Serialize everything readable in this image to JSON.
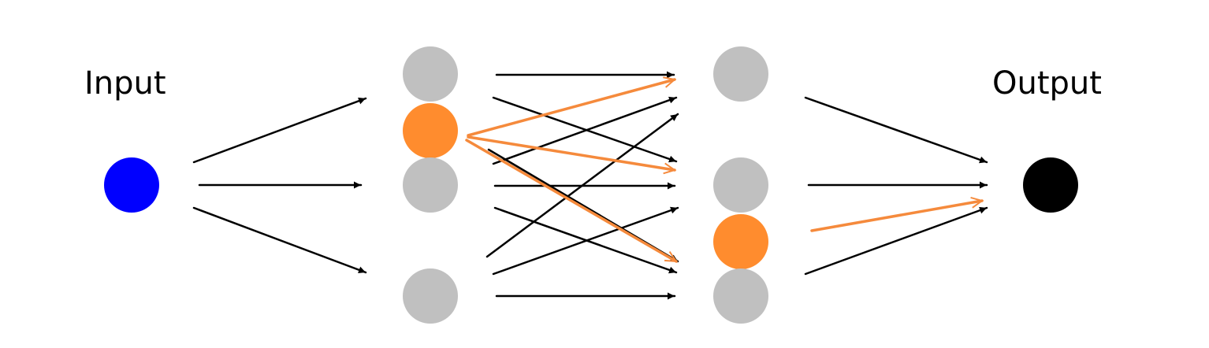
{
  "labels": {
    "input": "Input",
    "output": "Output"
  },
  "colors": {
    "input_node": "#0000ff",
    "hidden_node": "#c0c0c0",
    "highlight": "#ff8c2e",
    "output_node": "#000000",
    "arrow": "#000000",
    "highlight_arrow": "#f58a3c"
  },
  "network": {
    "layers": [
      {
        "id": "input",
        "nodes": [
          "i1"
        ]
      },
      {
        "id": "hidden1",
        "nodes": [
          "h1a",
          "h1b",
          "h1c",
          "h1d"
        ],
        "highlighted": [
          "h1b"
        ]
      },
      {
        "id": "hidden2",
        "nodes": [
          "h2a",
          "h2b",
          "h2c",
          "h2d"
        ],
        "highlighted": [
          "h2c"
        ]
      },
      {
        "id": "output",
        "nodes": [
          "o1"
        ]
      }
    ],
    "highlighted_edges": [
      [
        "h1b",
        "h2a"
      ],
      [
        "h1b",
        "h2b"
      ],
      [
        "h1b",
        "h2c"
      ],
      [
        "h2c",
        "o1"
      ]
    ]
  }
}
